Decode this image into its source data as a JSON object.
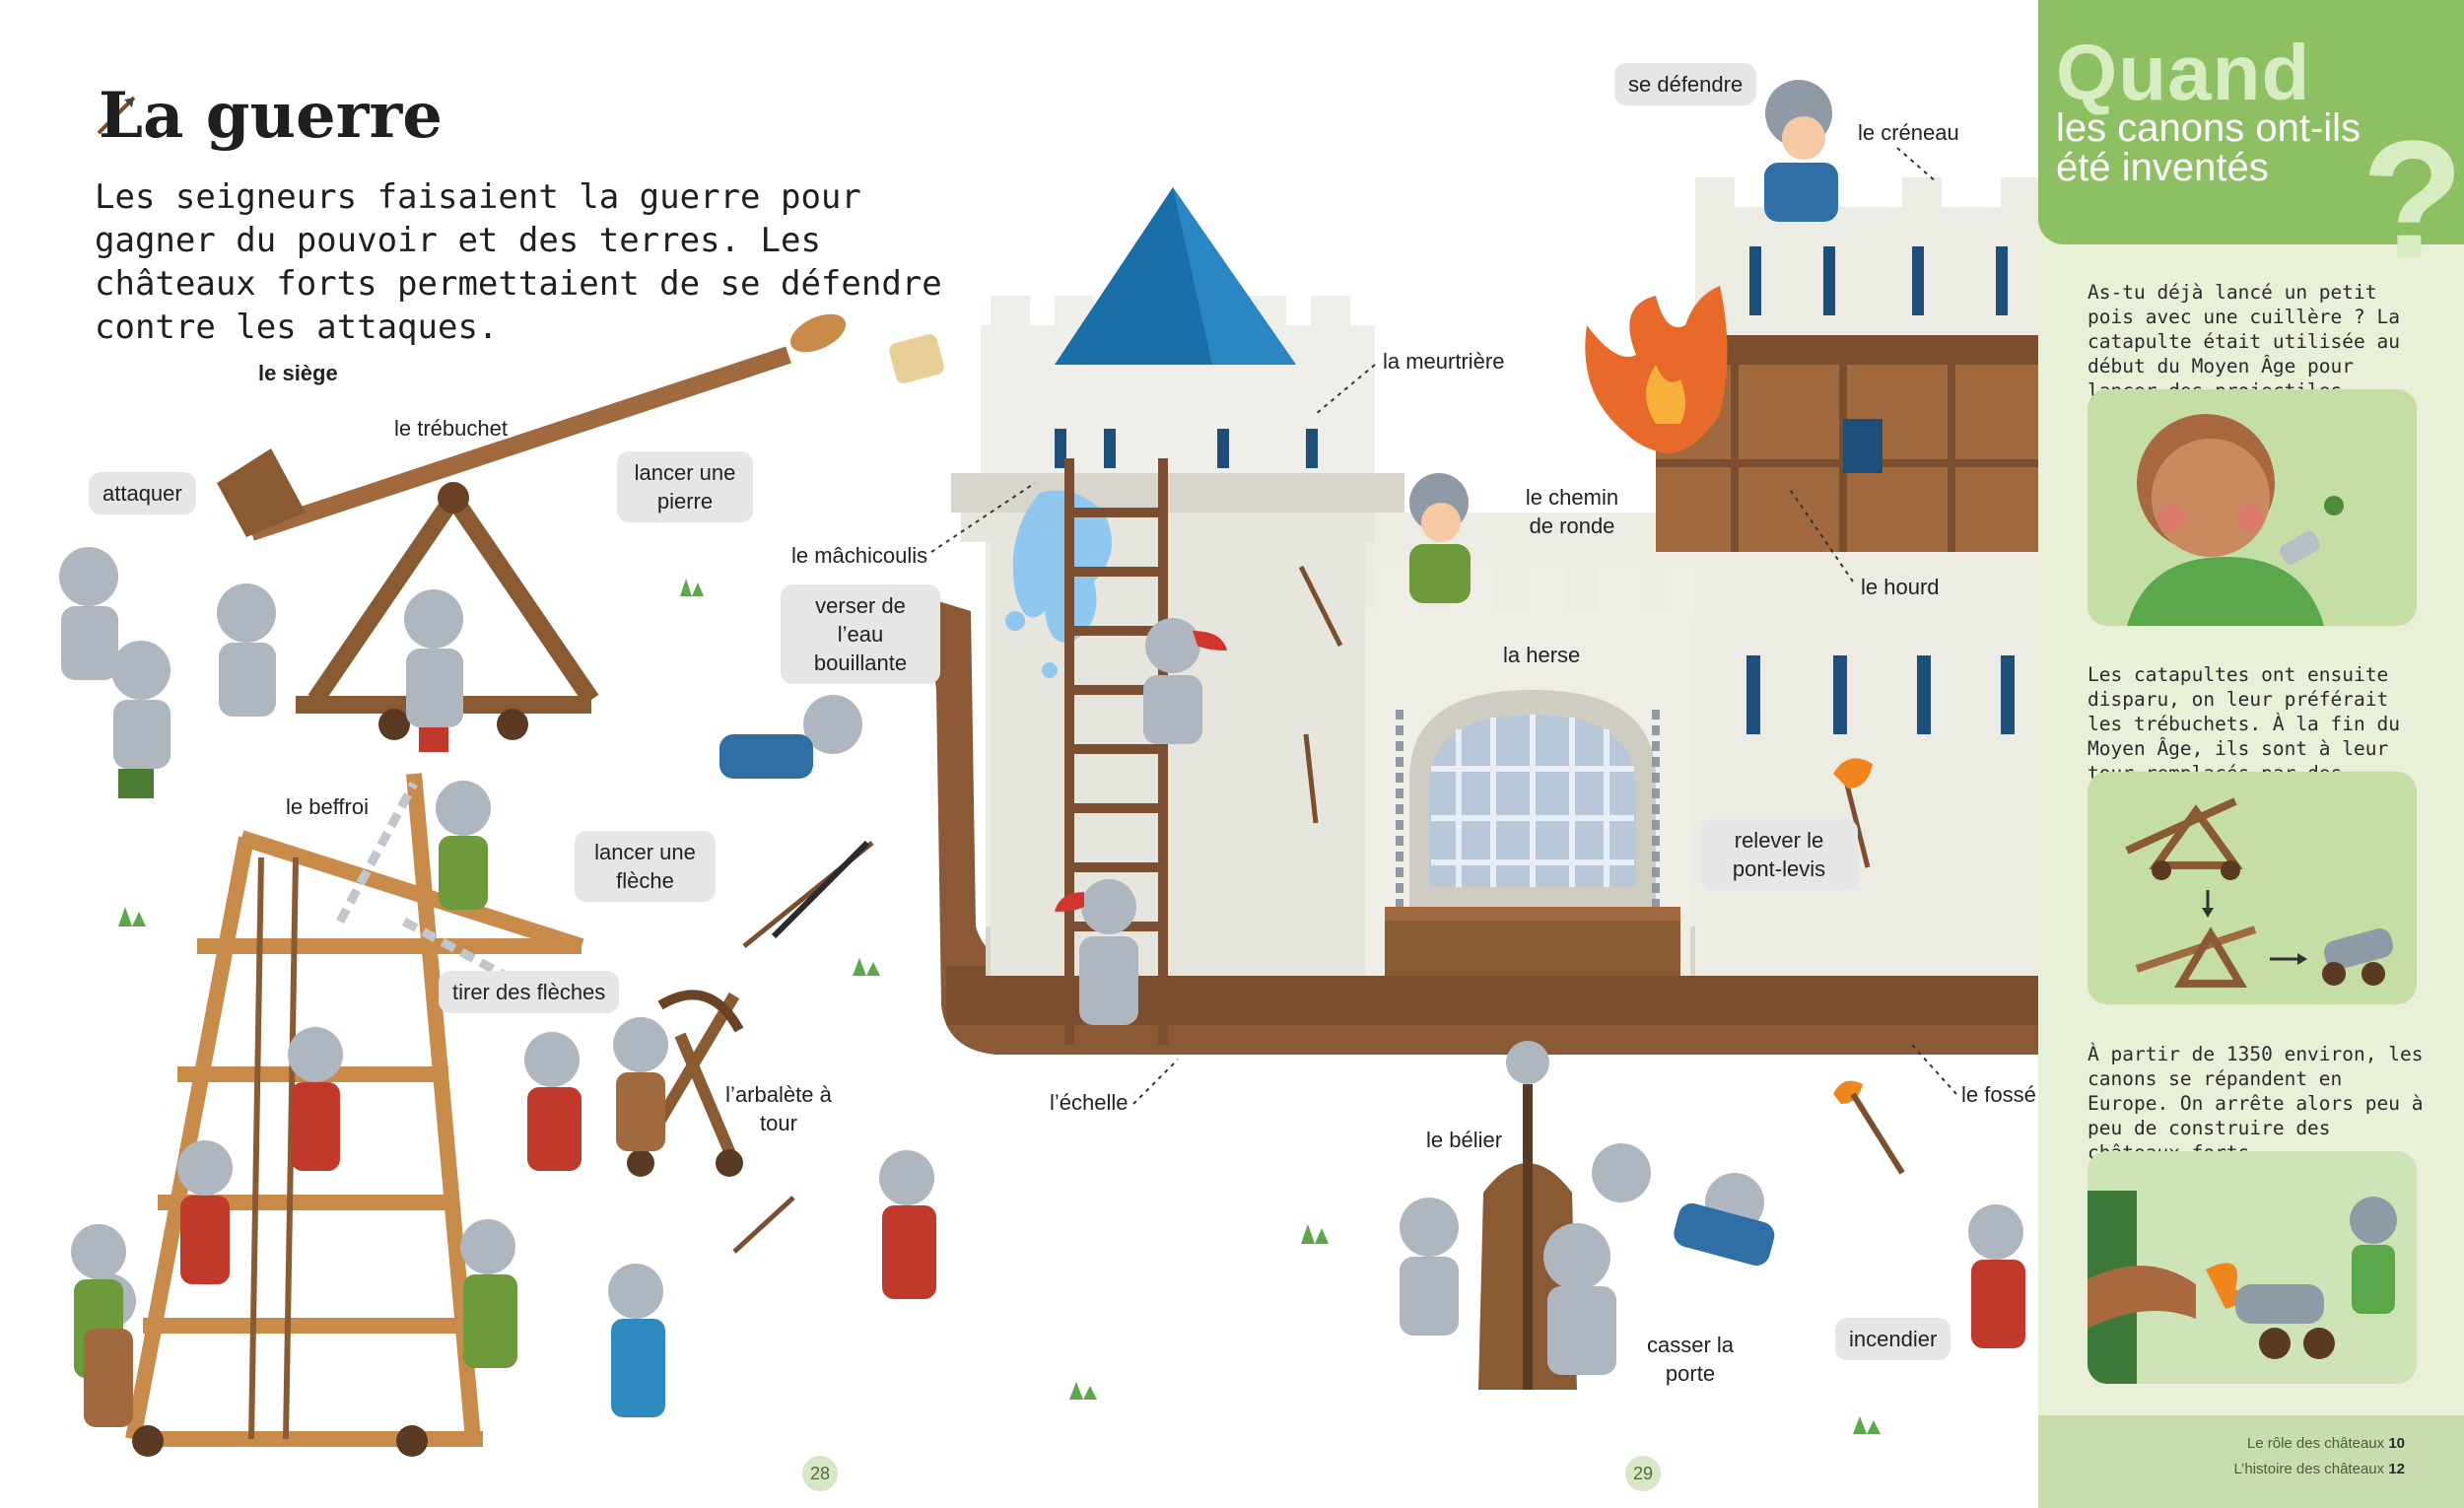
{
  "page": {
    "title": "La guerre",
    "intro": "Les seigneurs faisaient la guerre pour gagner du pouvoir et des terres. Les châteaux forts permettaient de se défendre contre les attaques."
  },
  "labels": {
    "siege": "le siège",
    "trebuchet": "le trébuchet",
    "attaquer": "attaquer",
    "lancer_pierre": "lancer une pierre",
    "beffroi": "le beffroi",
    "lancer_fleche": "lancer une flèche",
    "tirer_fleches": "tirer des flèches",
    "arbalete": "l’arbalète à tour",
    "machicoulis": "le mâchicoulis",
    "eau_bouillante": "verser de l’eau bouillante",
    "meurtriere": "la meurtrière",
    "se_defendre": "se défendre",
    "creneau": "le créneau",
    "chemin_ronde": "le chemin de ronde",
    "hourd": "le hourd",
    "herse": "la herse",
    "pont_levis": "relever le pont-levis",
    "echelle": "l’échelle",
    "fosse": "le fossé",
    "belier": "le bélier",
    "casser_porte": "casser la porte",
    "incendier": "incendier"
  },
  "page_numbers": {
    "left": "28",
    "right": "29"
  },
  "sidebar": {
    "heading_big": "Quand",
    "heading_small": "les canons ont-ils été inventés",
    "question_mark": "?",
    "para1": "As-tu déjà lancé un petit pois avec une cuillère ? La catapulte était utilisée au début du Moyen Âge pour lancer des projectiles.",
    "para2": "Les catapultes ont ensuite disparu, on leur préférait les trébuchets. À la fin du Moyen Âge, ils sont à leur tour remplacés par des canons.",
    "para3": "À partir de 1350 environ, les canons se répandent en Europe. On arrête alors peu à peu de construire des châteaux forts.",
    "footer": [
      {
        "text": "Le rôle des châteaux",
        "page": "10"
      },
      {
        "text": "L’histoire des châteaux",
        "page": "12"
      }
    ]
  },
  "colors": {
    "sidebar_head": "#8cc063",
    "sidebar_bg": "#e8f0d8",
    "castle_wall": "#ecebe4",
    "tower_roof": "#1a6fa8",
    "ground": "#8b5a35",
    "wood": "#8a5a33"
  }
}
